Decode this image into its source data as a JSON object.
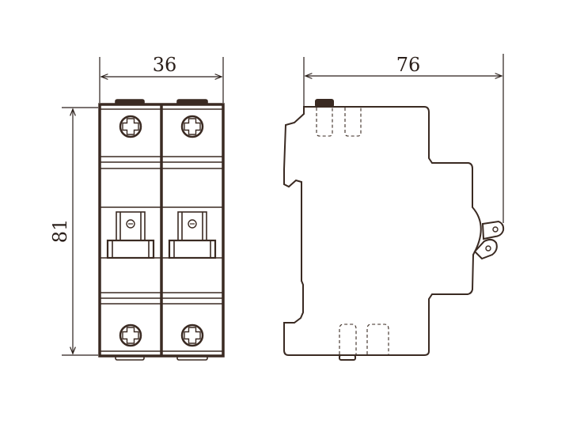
{
  "dimensions": {
    "front_width": "36",
    "front_height": "81",
    "side_depth": "76"
  },
  "colors": {
    "line": "#3a2a22",
    "dim": "#2a1f1a",
    "background": "#ffffff"
  }
}
